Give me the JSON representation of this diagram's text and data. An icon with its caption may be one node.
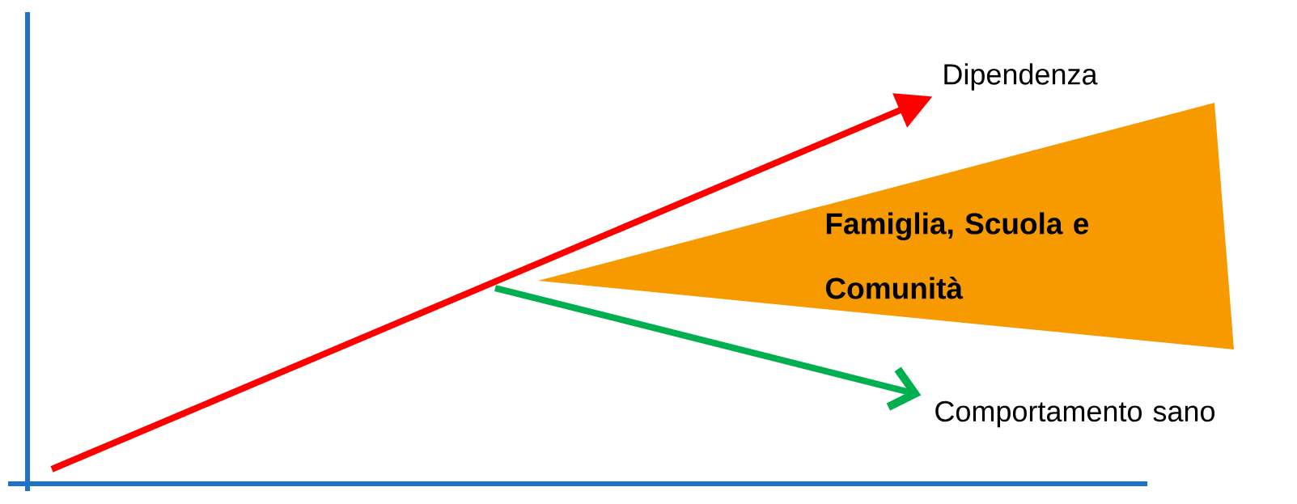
{
  "diagram": {
    "nodes": [
      {
        "text": [
          "Dipendenza"
        ]
      },
      {
        "text": [
          "Famiglia, Scuola e Comunità"
        ]
      },
      {
        "text": [
          "Comportamento sano"
        ]
      }
    ],
    "edges": [
      {
        "from": null,
        "to": 0,
        "arrow": "to",
        "color": "#ff0000"
      },
      {
        "from": null,
        "to": 2,
        "arrow": "to",
        "color": "#00b050"
      }
    ]
  }
}
